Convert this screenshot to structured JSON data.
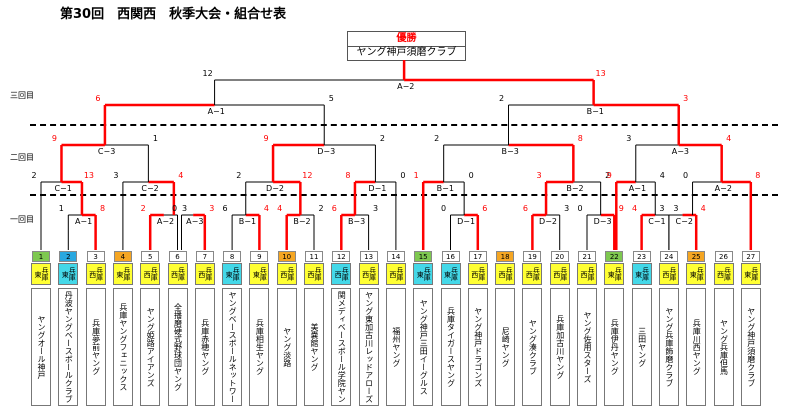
{
  "title": "第30回　西関西　秋季大会・組合せ表",
  "winner": {
    "label": "優勝",
    "name": "ヤング神戸須磨クラブ"
  },
  "rounds": {
    "r3": "三回目",
    "r2": "二回目",
    "r1": "一回目"
  },
  "colors": {
    "win": "#ff0000",
    "line": "#000000",
    "east_pref": "#ffff33",
    "west_pref": "#44d8e8"
  },
  "teams": [
    {
      "no": "1",
      "pref": "兵庫東",
      "name": "ヤングオール神戸",
      "badge_color": "#7ec850",
      "pref_color": "#ffff33"
    },
    {
      "no": "2",
      "pref": "兵庫東",
      "name": "丹波ヤングベースボールクラブ",
      "badge_color": "#29a8e0",
      "pref_color": "#44d8e8"
    },
    {
      "no": "3",
      "pref": "兵庫西",
      "name": "兵庫夢前ヤング",
      "badge_color": "#ffffff",
      "pref_color": "#ffff33"
    },
    {
      "no": "4",
      "pref": "兵庫東",
      "name": "兵庫ヤングフェニックス",
      "badge_color": "#f5a623",
      "pref_color": "#ffff33"
    },
    {
      "no": "5",
      "pref": "兵庫西",
      "name": "ヤング姫路アイアンズ",
      "badge_color": "#ffffff",
      "pref_color": "#ffff33"
    },
    {
      "no": "6",
      "pref": "兵庫西",
      "name": "全播磨硬式野球団ヤング",
      "badge_color": "#ffffff",
      "pref_color": "#ffff33"
    },
    {
      "no": "7",
      "pref": "兵庫西",
      "name": "兵庫赤穂ヤング",
      "badge_color": "#ffffff",
      "pref_color": "#ffff33"
    },
    {
      "no": "8",
      "pref": "兵庫東",
      "name": "ヤングベースボールネットワーク",
      "badge_color": "#ffffff",
      "pref_color": "#44d8e8"
    },
    {
      "no": "9",
      "pref": "兵庫東",
      "name": "兵庫相生ヤング",
      "badge_color": "#ffffff",
      "pref_color": "#ffff33"
    },
    {
      "no": "10",
      "pref": "兵庫西",
      "name": "ヤング淡路",
      "badge_color": "#f5a623",
      "pref_color": "#ffff33"
    },
    {
      "no": "11",
      "pref": "兵庫西",
      "name": "美嚢館ヤング",
      "badge_color": "#ffffff",
      "pref_color": "#ffff33"
    },
    {
      "no": "12",
      "pref": "兵庫西",
      "name": "関メディベースボール学院ヤング",
      "badge_color": "#ffffff",
      "pref_color": "#44d8e8"
    },
    {
      "no": "13",
      "pref": "兵庫西",
      "name": "ヤング東加古川レッドアローズ",
      "badge_color": "#ffffff",
      "pref_color": "#ffff33"
    },
    {
      "no": "14",
      "pref": "兵庫西",
      "name": "福州ヤング",
      "badge_color": "#ffffff",
      "pref_color": "#ffff33"
    },
    {
      "no": "15",
      "pref": "兵庫東",
      "name": "ヤング神戸三田イーグルス",
      "badge_color": "#7ec850",
      "pref_color": "#44d8e8"
    },
    {
      "no": "16",
      "pref": "兵庫東",
      "name": "兵庫タイガースヤング",
      "badge_color": "#ffffff",
      "pref_color": "#44d8e8"
    },
    {
      "no": "17",
      "pref": "兵庫西",
      "name": "ヤング神戸ドラゴンズ",
      "badge_color": "#ffffff",
      "pref_color": "#ffff33"
    },
    {
      "no": "18",
      "pref": "兵庫西",
      "name": "尼崎ヤング",
      "badge_color": "#f5a623",
      "pref_color": "#ffff33"
    },
    {
      "no": "19",
      "pref": "兵庫西",
      "name": "ヤング湊クラブ",
      "badge_color": "#ffffff",
      "pref_color": "#ffff33"
    },
    {
      "no": "20",
      "pref": "兵庫西",
      "name": "兵庫加古川ヤング",
      "badge_color": "#ffffff",
      "pref_color": "#ffff33"
    },
    {
      "no": "21",
      "pref": "兵庫西",
      "name": "ヤング佐用スターズ",
      "badge_color": "#ffffff",
      "pref_color": "#ffff33"
    },
    {
      "no": "22",
      "pref": "兵庫東",
      "name": "兵庫伊丹ヤング",
      "badge_color": "#7ec850",
      "pref_color": "#ffff33"
    },
    {
      "no": "23",
      "pref": "兵庫東",
      "name": "三田ヤング",
      "badge_color": "#ffffff",
      "pref_color": "#44d8e8"
    },
    {
      "no": "24",
      "pref": "兵庫西",
      "name": "ヤング兵庫飾磨クラブ",
      "badge_color": "#ffffff",
      "pref_color": "#ffff33"
    },
    {
      "no": "25",
      "pref": "兵庫東",
      "name": "兵庫川西ヤング",
      "badge_color": "#f5a623",
      "pref_color": "#ffff33"
    },
    {
      "no": "26",
      "pref": "兵庫西",
      "name": "ヤング兵庫但馬",
      "badge_color": "#ffffff",
      "pref_color": "#ffff33"
    },
    {
      "no": "27",
      "pref": "兵庫東",
      "name": "ヤング神戸須磨クラブ",
      "badge_color": "#ffffff",
      "pref_color": "#ffff33"
    }
  ],
  "r1": [
    {
      "id": "A−1",
      "l": "1",
      "r": "8"
    },
    {
      "id": "A−2",
      "l": "2",
      "r": "3"
    },
    {
      "id": "A−3",
      "l": "0",
      "r": "3"
    },
    {
      "id": "B−1",
      "l": "6",
      "r": "4"
    },
    {
      "id": "B−2",
      "l": "4",
      "r": "2"
    },
    {
      "id": "B−3",
      "l": "6",
      "r": "3"
    },
    {
      "id": "D−1",
      "l": "0",
      "r": "6"
    },
    {
      "id": "D−2",
      "l": "6",
      "r": "3"
    },
    {
      "id": "D−3",
      "l": "0",
      "r": "9"
    },
    {
      "id": "C−1",
      "l": "4",
      "r": "3"
    },
    {
      "id": "C−2",
      "l": "3",
      "r": "4"
    }
  ],
  "r2": [
    {
      "id": "C−1",
      "l": "2",
      "r": "13"
    },
    {
      "id": "C−2",
      "l": "3",
      "r": "4"
    },
    {
      "id": "D−2",
      "l": "2",
      "r": "12"
    },
    {
      "id": "D−1",
      "l": "8",
      "r": "0"
    },
    {
      "id": "B−1",
      "l": "1",
      "r": "0"
    },
    {
      "id": "B−2",
      "l": "3",
      "r": "2"
    },
    {
      "id": "A−1",
      "l": "9",
      "r": "4"
    },
    {
      "id": "A−2",
      "l": "0",
      "r": "8"
    }
  ],
  "r3": [
    {
      "id": "C−3",
      "l": "9",
      "r": "1"
    },
    {
      "id": "D−3",
      "l": "9",
      "r": "2"
    },
    {
      "id": "B−3",
      "l": "2",
      "r": "8"
    },
    {
      "id": "A−3",
      "l": "3",
      "r": "4"
    }
  ],
  "r4": [
    {
      "id": "A−1",
      "l": "6",
      "r": "5"
    },
    {
      "id": "B−1",
      "l": "2",
      "r": "3"
    }
  ],
  "final": {
    "id": "A−2",
    "l": "12",
    "r": "13"
  }
}
